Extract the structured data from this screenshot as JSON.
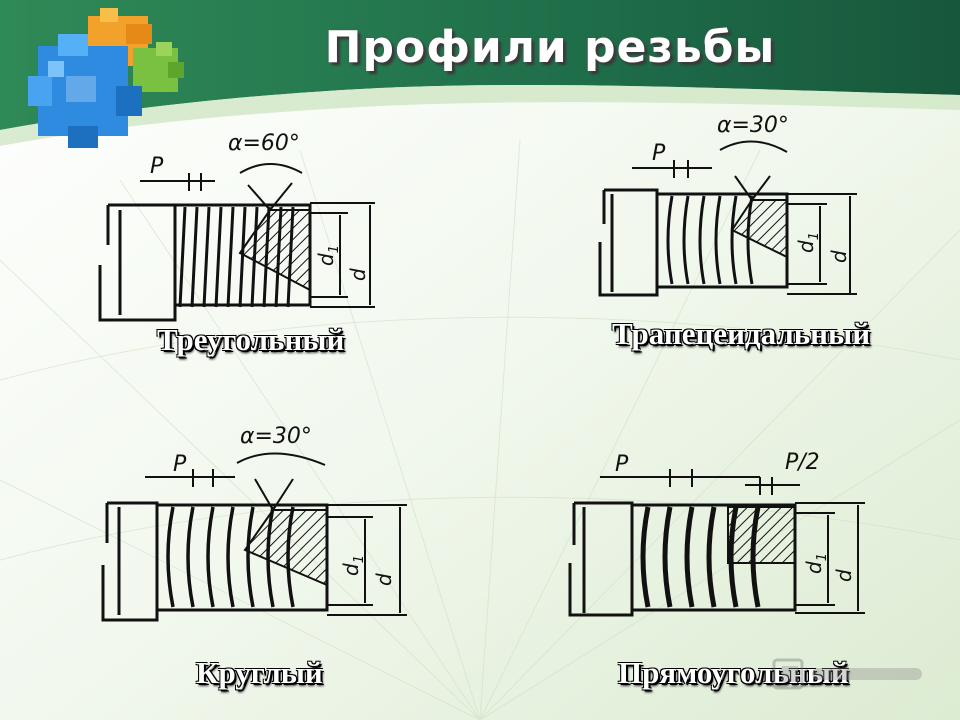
{
  "title": "Профили резьбы",
  "profiles": [
    {
      "caption": "Треугольный",
      "angle_label": "α=60°",
      "pitch_label": "P",
      "minor_label": "d",
      "minor_sub": "1",
      "major_label": "d"
    },
    {
      "caption": "Трапецеидальный",
      "angle_label": "α=30°",
      "pitch_label": "P",
      "minor_label": "d",
      "minor_sub": "1",
      "major_label": "d"
    },
    {
      "caption": "Круглый",
      "angle_label": "α=30°",
      "pitch_label": "P",
      "minor_label": "d",
      "minor_sub": "1",
      "major_label": "d"
    },
    {
      "caption": "Прямоугольный",
      "half_pitch_label": "P/2",
      "pitch_label": "P",
      "minor_label": "d",
      "minor_sub": "1",
      "major_label": "d"
    }
  ],
  "watermark": {
    "icon": "powerpoint-icon"
  },
  "colors": {
    "header_green": "#1f6e4a",
    "diagram_ink": "#111111",
    "caption_text": "#ffffff"
  }
}
